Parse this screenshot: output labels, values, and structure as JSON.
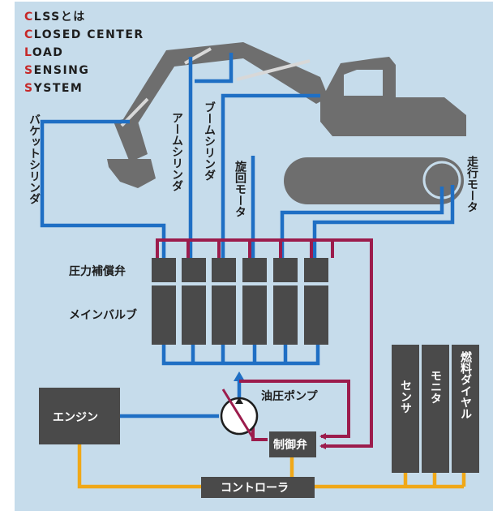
{
  "title": {
    "lines": [
      {
        "initial": "C",
        "rest": "LSSとは"
      },
      {
        "initial": "C",
        "rest": "LOSED CENTER"
      },
      {
        "initial": "L",
        "rest": "OAD"
      },
      {
        "initial": "S",
        "rest": "ENSING"
      },
      {
        "initial": "S",
        "rest": "YSTEM"
      }
    ]
  },
  "labels": {
    "bucket_cylinder": "バケットシリンダ",
    "arm_cylinder": "アームシリンダ",
    "boom_cylinder": "ブームシリンダ",
    "swing_motor": "旋回モータ",
    "travel_motor": "走行モータ",
    "pressure_comp_valve": "圧力補償弁",
    "main_valve": "メインバルブ",
    "hydraulic_pump": "油圧ポンプ",
    "control_valve": "制御弁",
    "engine": "エンジン",
    "controller": "コントローラ",
    "sensor": "センサ",
    "monitor": "モニタ",
    "fuel_dial": "燃料ダイヤル"
  },
  "colors": {
    "background": "#c6dceb",
    "machine": "#6e6e6e",
    "component": "#4a4a4a",
    "hydraulic_line": "#1f6fc4",
    "pilot_line": "#9c1c4c",
    "electric_line": "#f0a818",
    "title_initial": "#c62828"
  }
}
